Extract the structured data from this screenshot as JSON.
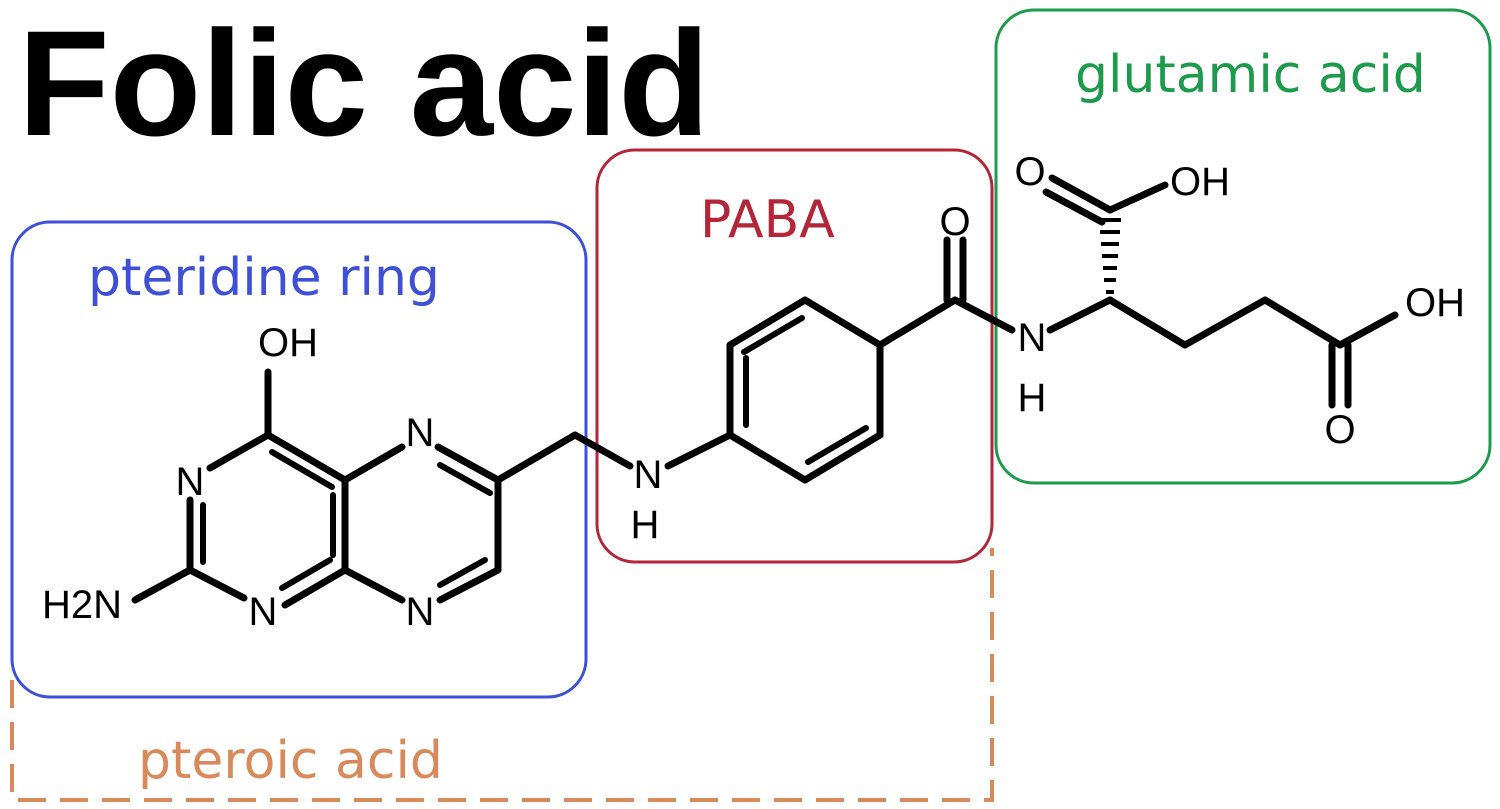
{
  "title": "Folic acid",
  "regions": {
    "pteridine": {
      "label": "pteridine ring",
      "color": "#3f4fd6"
    },
    "paba": {
      "label": "PABA",
      "color": "#b3263a"
    },
    "glutamic": {
      "label": "glutamic acid",
      "color": "#1e9a4c"
    },
    "pteroic": {
      "label": "pteroic acid",
      "color": "#d98a5c"
    }
  },
  "atoms": {
    "oh_pteridine": "OH",
    "n3": "N",
    "n1": "N",
    "n5": "N",
    "n8": "N",
    "h2n": "H2N",
    "n10": "N",
    "h10": "H",
    "o_amide": "O",
    "n_amide": "N",
    "h_amide": "H",
    "o_acid1": "O",
    "oh_acid1": "OH",
    "oh_acid2": "OH",
    "o_acid2": "O"
  }
}
